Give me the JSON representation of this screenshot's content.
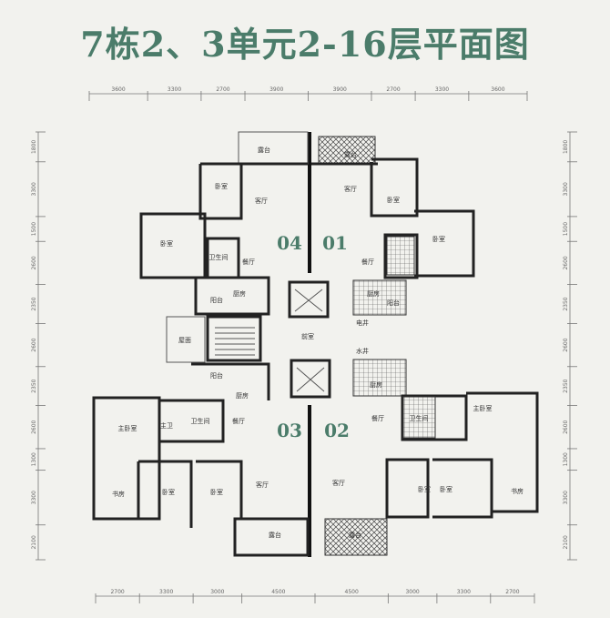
{
  "title": "7栋2、3单元2-16层平面图",
  "colors": {
    "title": "#4b7c6a",
    "walls": "#222222",
    "background": "#f2f2ee"
  },
  "dimensions": {
    "top": [
      "3600",
      "3300",
      "2700",
      "3900",
      "3900",
      "2700",
      "3300",
      "3600"
    ],
    "bottom": [
      "2700",
      "3300",
      "3000",
      "4500",
      "4500",
      "3000",
      "3300",
      "2700"
    ],
    "left": [
      "1800",
      "3300",
      "1500",
      "2600",
      "2350",
      "2600",
      "2350",
      "2600",
      "1300",
      "3300",
      "2100"
    ],
    "right": [
      "1800",
      "3300",
      "1500",
      "2600",
      "2350",
      "2600",
      "2350",
      "2600",
      "1300",
      "3300",
      "2100"
    ]
  },
  "units": [
    "04",
    "01",
    "03",
    "02"
  ],
  "rooms": {
    "u04": {
      "terrace": "露台",
      "living": "客厅",
      "bed1": "卧室",
      "bed2": "卧室",
      "bath": "卫生间",
      "dining": "餐厅",
      "kitchen": "厨房",
      "balcony": "阳台"
    },
    "u01": {
      "terrace": "露台",
      "living": "客厅",
      "bed1": "卧室",
      "bed2": "卧室",
      "dining": "餐厅",
      "kitchen": "厨房",
      "balcony": "阳台"
    },
    "core": {
      "lobby": "前室",
      "roof": "屋面",
      "elec": "电井",
      "water": "水井"
    },
    "u03": {
      "master": "主卧室",
      "master_bath": "主卫",
      "bath": "卫生间",
      "study": "书房",
      "bed1": "卧室",
      "bed2": "卧室",
      "dining": "餐厅",
      "living": "客厅",
      "terrace": "露台",
      "balcony": "阳台",
      "kitchen": "厨房"
    },
    "u02": {
      "master": "主卧室",
      "bath": "卫生间",
      "study": "书房",
      "bed1": "卧室",
      "bed2": "卧室",
      "dining": "餐厅",
      "living": "客厅",
      "terrace": "露台",
      "kitchen": "厨房"
    }
  }
}
